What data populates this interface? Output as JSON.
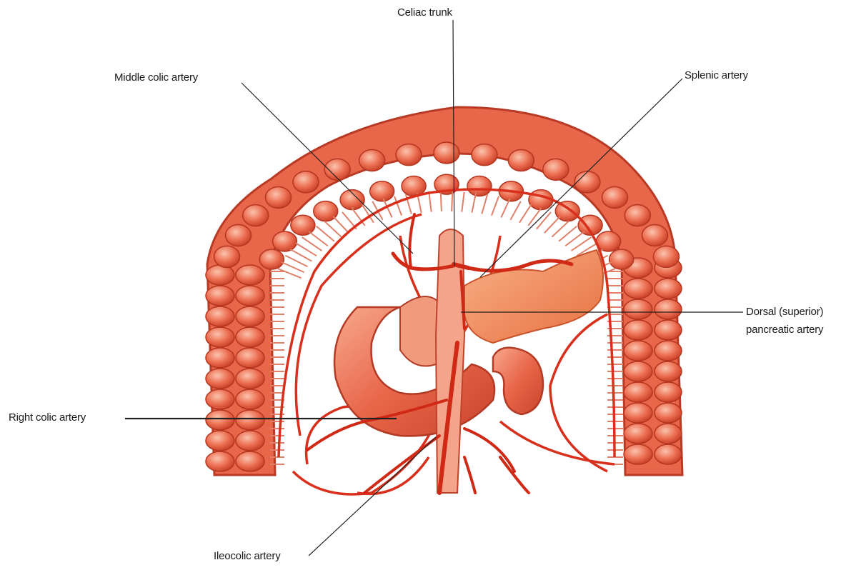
{
  "labels": {
    "celiac_trunk": "Celiac trunk",
    "middle_colic_artery": "Middle colic artery",
    "splenic_artery": "Splenic artery",
    "dorsal_pancreatic_line1": "Dorsal (superior)",
    "dorsal_pancreatic_line2": "pancreatic artery",
    "right_colic_artery": "Right colic artery",
    "ileocolic_artery": "Ileocolic artery"
  },
  "colors": {
    "colon_fill": "#e8664a",
    "colon_shade": "#c8402a",
    "colon_highlight": "#f6a088",
    "artery": "#d8301c",
    "pancreas": "#f08a5c",
    "leader_line": "#222222"
  }
}
